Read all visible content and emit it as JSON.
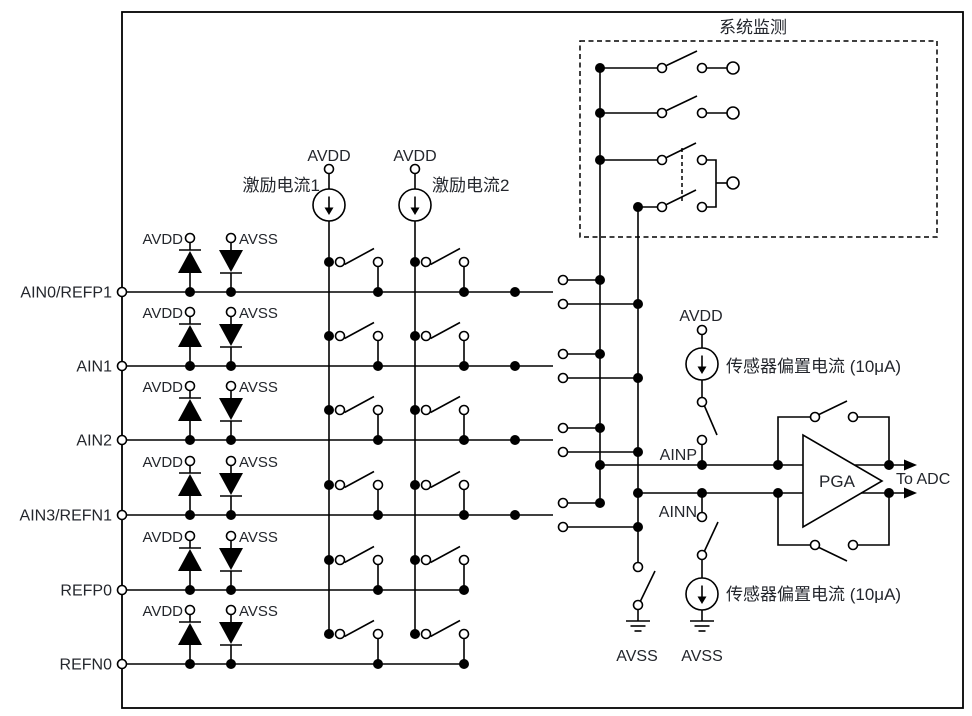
{
  "diagram": {
    "monitor_title": "系统监测",
    "pins": [
      "AIN0/REFP1",
      "AIN1",
      "AIN2",
      "AIN3/REFN1",
      "REFP0",
      "REFN0"
    ],
    "rails": {
      "avdd": "AVDD",
      "avss": "AVSS"
    },
    "excitation": {
      "source1": "激励电流1",
      "source2": "激励电流2"
    },
    "bias": {
      "label": "传感器偏置电流 (10μA)"
    },
    "nets": {
      "ainp": "AINP",
      "ainn": "AINN"
    },
    "pga": {
      "label": "PGA",
      "output": "To ADC"
    },
    "colors": {
      "line": "#000000",
      "text": "#23262c"
    }
  }
}
